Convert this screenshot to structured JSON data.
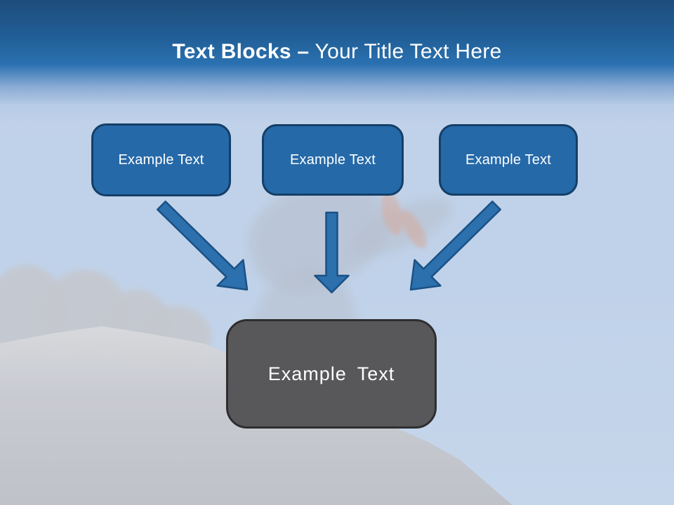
{
  "title": {
    "bold_segment": "Text Blocks –",
    "regular_segment": "Your Title Text Here"
  },
  "top_boxes": [
    {
      "label": "Example Text"
    },
    {
      "label": "Example Text"
    },
    {
      "label": "Example Text"
    }
  ],
  "bottom_box": {
    "label": "Example Text"
  },
  "connectors": [
    {
      "name": "arrow-down-right"
    },
    {
      "name": "arrow-down"
    },
    {
      "name": "arrow-down-left"
    }
  ],
  "colors": {
    "header_top": "#1d4d7c",
    "header_mid": "#2a71b1",
    "sky": "#c2d3e9",
    "box_fill": "#2569a8",
    "box_border": "#153f68",
    "arrow_fill": "#2c70ae",
    "arrow_stroke": "#1a5185",
    "gray_fill": "#58585a",
    "gray_border": "#2e2e30",
    "text_light": "#ffffff"
  }
}
